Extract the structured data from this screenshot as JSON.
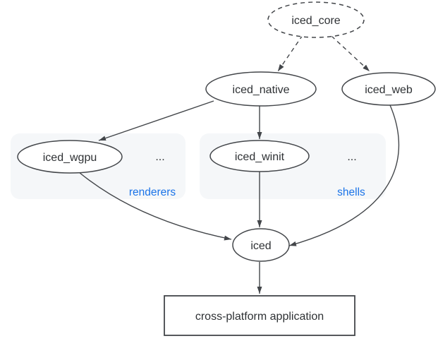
{
  "nodes": {
    "iced_core": {
      "label": "iced_core",
      "shape": "dashed-ellipse"
    },
    "iced_native": {
      "label": "iced_native",
      "shape": "ellipse"
    },
    "iced_web": {
      "label": "iced_web",
      "shape": "ellipse"
    },
    "iced_wgpu": {
      "label": "iced_wgpu",
      "shape": "ellipse"
    },
    "iced_winit": {
      "label": "iced_winit",
      "shape": "ellipse"
    },
    "iced": {
      "label": "iced",
      "shape": "ellipse"
    },
    "application": {
      "label": "cross-platform application",
      "shape": "rectangle"
    }
  },
  "groups": {
    "renderers": {
      "label": "renderers",
      "more": "...",
      "members": [
        "iced_wgpu"
      ]
    },
    "shells": {
      "label": "shells",
      "more": "...",
      "members": [
        "iced_winit"
      ]
    }
  },
  "edges": [
    {
      "from": "iced_core",
      "to": "iced_native",
      "style": "dashed"
    },
    {
      "from": "iced_core",
      "to": "iced_web",
      "style": "dashed"
    },
    {
      "from": "iced_native",
      "to": "iced_wgpu",
      "style": "solid"
    },
    {
      "from": "iced_native",
      "to": "iced_winit",
      "style": "solid"
    },
    {
      "from": "iced_wgpu",
      "to": "iced",
      "style": "solid"
    },
    {
      "from": "iced_winit",
      "to": "iced",
      "style": "solid"
    },
    {
      "from": "iced_web",
      "to": "iced",
      "style": "solid"
    },
    {
      "from": "iced",
      "to": "application",
      "style": "solid"
    }
  ],
  "colors": {
    "group_label_blue": "#1a73e8",
    "group_fill": "#f5f7f9",
    "stroke": "#43464a",
    "text": "#2e3134",
    "background": "#ffffff"
  }
}
